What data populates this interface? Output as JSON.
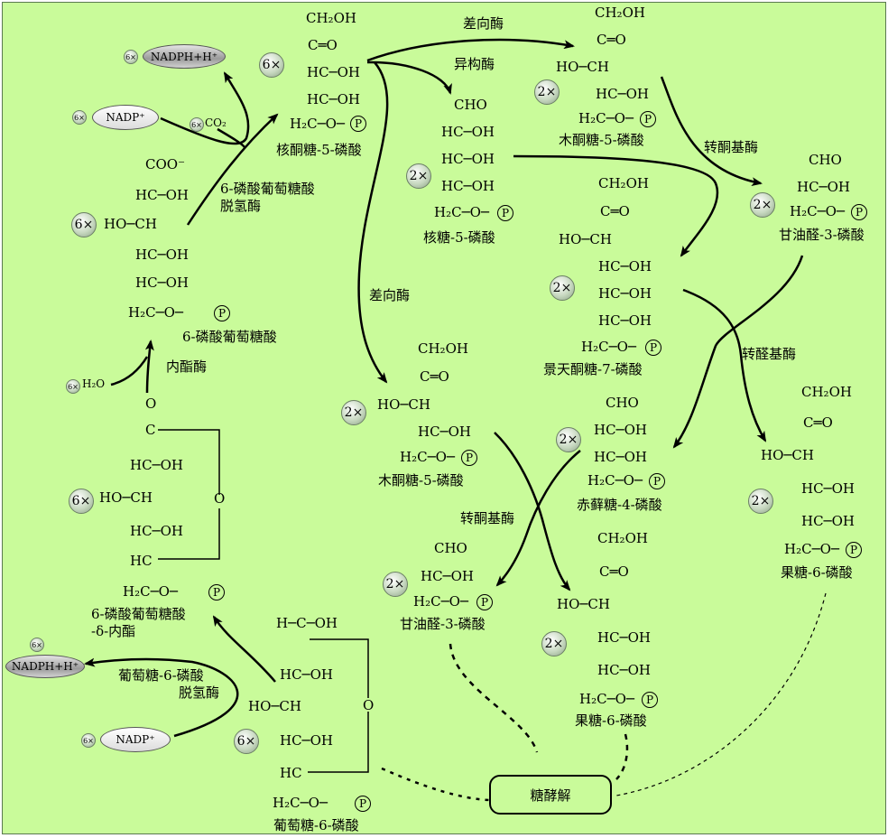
{
  "molecules": {
    "ru5p": [
      "CH₂OH",
      "C═O",
      "HC─OH",
      "HC─OH",
      "H₂C─O─"
    ],
    "ru5p_caption": "核酮糖-5-磷酸",
    "r5p": [
      "CHO",
      "HC─OH",
      "HC─OH",
      "HC─OH",
      "H₂C─O─"
    ],
    "r5p_caption": "核糖-5-磷酸",
    "xu5p_top": [
      "CH₂OH",
      "C═O",
      "HO─CH",
      "HC─OH",
      "H₂C─O─"
    ],
    "xu5p_top_caption": "木酮糖-5-磷酸",
    "g3p_top": [
      "CHO",
      "HC─OH",
      "H₂C─O─"
    ],
    "g3p_top_caption": "甘油醛-3-磷酸",
    "s7p": [
      "CH₂OH",
      "C═O",
      "HO─CH",
      "HC─OH",
      "HC─OH",
      "HC─OH",
      "H₂C─O─"
    ],
    "s7p_caption": "景天酮糖-7-磷酸",
    "pg6": [
      "COO⁻",
      "HC─OH",
      "HO─CH",
      "HC─OH",
      "HC─OH",
      "H₂C─O─"
    ],
    "pg6_caption": "6-磷酸葡萄糖酸",
    "xu5p_mid": [
      "CH₂OH",
      "C═O",
      "HO─CH",
      "HC─OH",
      "H₂C─O─"
    ],
    "xu5p_mid_caption": "木酮糖-5-磷酸",
    "e4p": [
      "CHO",
      "HC─OH",
      "HC─OH",
      "H₂C─O─"
    ],
    "e4p_caption": "赤藓糖-4-磷酸",
    "f6p_right": [
      "CH₂OH",
      "C═O",
      "HO─CH",
      "HC─OH",
      "HC─OH",
      "H₂C─O─"
    ],
    "f6p_right_caption": "果糖-6-磷酸",
    "g3p_bottom": [
      "CHO",
      "HC─OH",
      "H₂C─O─"
    ],
    "g3p_bottom_caption": "甘油醛-3-磷酸",
    "f6p_bottom": [
      "CH₂OH",
      "C═O",
      "HO─CH",
      "HC─OH",
      "HC─OH",
      "H₂C─O─"
    ],
    "f6p_bottom_caption": "果糖-6-磷酸",
    "lactone": [
      "O",
      "C",
      "HC─OH",
      "HO─CH",
      "HC─OH",
      "HC",
      "H₂C─O─"
    ],
    "lactone_ring_o": "O",
    "lactone_caption_1": "6-磷酸葡萄糖酸",
    "lactone_caption_2": "-δ-内酯",
    "g6p": [
      "H─C─OH",
      "HC─OH",
      "HO─CH",
      "HC─OH",
      "HC",
      "H₂C─O─"
    ],
    "g6p_ring_o": "O",
    "g6p_caption": "葡萄糖-6-磷酸",
    "p_label": "P"
  },
  "enzymes": {
    "epimerase_top": "差向酶",
    "isomerase": "异构酶",
    "transketolase_top": "转酮基酶",
    "epimerase_mid": "差向酶",
    "transaldolase": "转醛基酶",
    "transketolase_bottom": "转酮基酶",
    "pgd_1": "6-磷酸葡萄糖酸",
    "pgd_2": "脱氢酶",
    "lactonase": "内酯酶",
    "g6pd_1": "葡萄糖-6-磷酸",
    "g6pd_2": "脱氢酶"
  },
  "cofactors": {
    "nadph_top": "NADPH+H⁺",
    "nadp_top": "NADP⁺",
    "co2": "CO₂",
    "h2o": "H₂O",
    "nadph_bottom": "NADPH+H⁺",
    "nadp_bottom": "NADP⁺"
  },
  "multipliers": {
    "six": "6×",
    "two": "2×",
    "small_six": "6×"
  },
  "glycolysis": "糖酵解",
  "colors": {
    "background": "#c9fb9a",
    "arrow": "#000000",
    "badge": "#c7d8c0"
  }
}
